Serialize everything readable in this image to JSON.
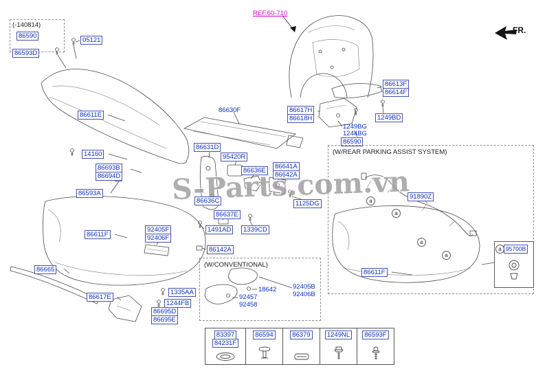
{
  "colors": {
    "link": "#0a2fc4",
    "box": "#4450b8",
    "ref": "#df00c8",
    "line": "#4a4a4a"
  },
  "header": {
    "fr": "FR.",
    "ref": "REF.60-710",
    "watermark": "S-Parts.com.vn"
  },
  "legacy": {
    "title": "(-140814)",
    "p86590": "86590"
  },
  "parts": {
    "p86593D": "86593D",
    "p05121": "05121",
    "p86611E": "86611E",
    "p14160": "14160",
    "p86693B": "86693B",
    "p86694D": "86694D",
    "p86593A": "86593A",
    "p86630F": "86630F",
    "p86631D": "86631D",
    "p95420R": "95420R",
    "p86636E": "86636E",
    "p86641A": "86641A",
    "p86642A": "86642A",
    "p86636C": "86636C",
    "p1125DG": "1125DG",
    "p86637E": "86637E",
    "p1491AD": "1491AD",
    "p1339CD": "1339CD",
    "p86611F": "86611F",
    "p92405F": "92405F",
    "p92406F": "92406F",
    "p86142A": "86142A",
    "p86665": "86665",
    "p86617E": "86617E",
    "p1335AA": "1335AA",
    "p1244FB": "1244FB",
    "p86695D": "86695D",
    "p86695E": "86695E",
    "p86613F": "86613F",
    "p86614F": "86614F",
    "p86617H": "86617H",
    "p86618H": "86618H",
    "p1249BD": "1249BD",
    "p1249BG": "1249BG",
    "p1244BG": "1244BG",
    "p86590r": "86590"
  },
  "parking": {
    "title": "(W/REAR PARKING ASSIST SYSTEM)",
    "p91890Z": "91890Z",
    "p86611F": "86611F",
    "p95700B": "95700B",
    "marker": "a"
  },
  "conventional": {
    "title": "(W/CONVENTIONAL)",
    "p18642": "18642",
    "p92405B": "92405B",
    "p92406B": "92406B",
    "p92457": "92457",
    "p92458": "92458"
  },
  "table": {
    "c1a": "83397",
    "c1b": "84231F",
    "c2": "86594",
    "c3": "86379",
    "c4": "1249NL",
    "c5": "86593F"
  }
}
